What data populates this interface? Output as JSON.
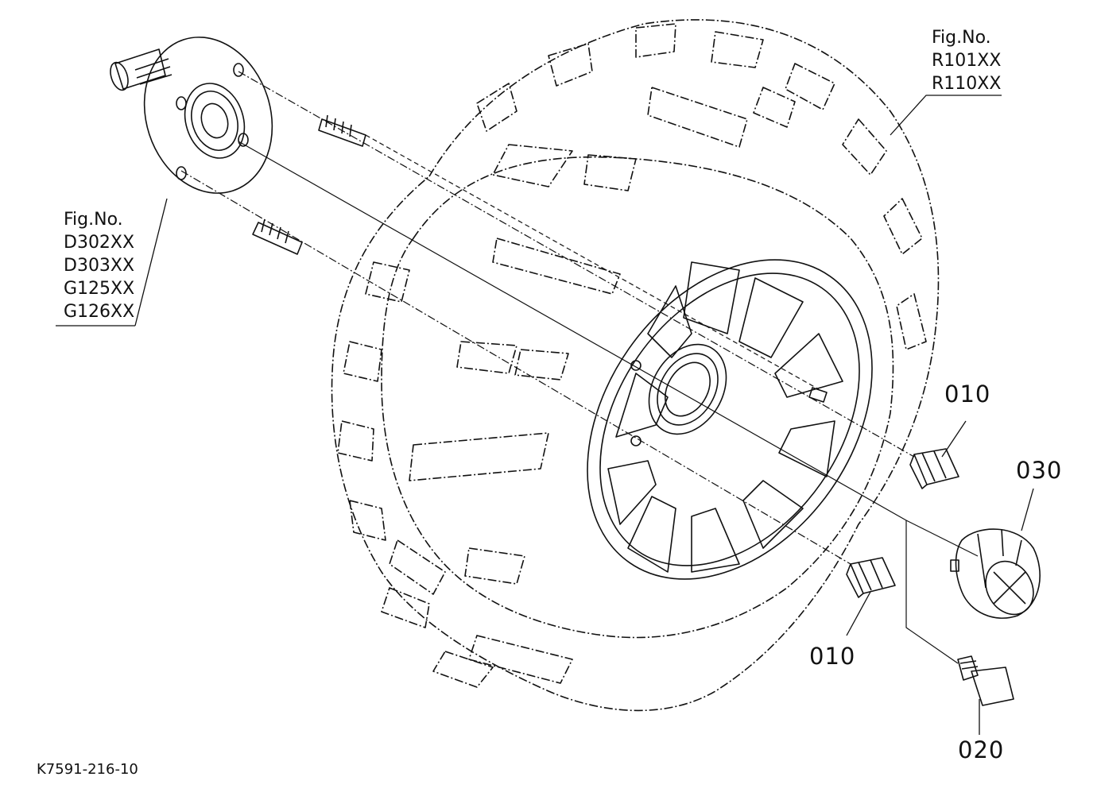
{
  "figref_left": {
    "heading": "Fig.No.",
    "codes": [
      "D302XX",
      "D303XX",
      "G125XX",
      "G126XX"
    ]
  },
  "figref_right": {
    "heading": "Fig.No.",
    "codes": [
      "R101XX",
      "R110XX"
    ]
  },
  "parts": {
    "nut_upper": "010",
    "nut_lower": "010",
    "cap": "030",
    "bolt": "020"
  },
  "drawing_code": "K7591-216-10",
  "colors": {
    "ink": "#111111",
    "paper": "#ffffff"
  }
}
